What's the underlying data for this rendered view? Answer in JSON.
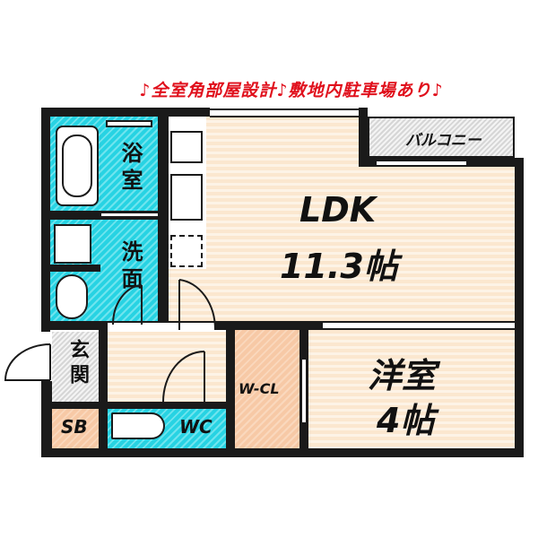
{
  "banner": {
    "text": "♪全室角部屋設計♪敷地内駐車場あり♪",
    "color": "#e0101c"
  },
  "floor_plan": {
    "rooms": {
      "ldk": {
        "name": "LDK",
        "size": "11.3帖"
      },
      "western_room": {
        "name": "洋室",
        "size": "4帖"
      },
      "bathroom": {
        "name": "浴室"
      },
      "washroom": {
        "name": "洗面"
      },
      "entrance": {
        "name": "玄関"
      },
      "toilet": {
        "name": "WC"
      },
      "shoe_box": {
        "name": "SB"
      },
      "walk_in_closet": {
        "name": "W-CL"
      },
      "balcony": {
        "name": "バルコニー"
      }
    },
    "colors": {
      "wall": "#1a1a1a",
      "wood_floor": "#fbe7cf",
      "wet_area": "#27d3e3",
      "storage": "#f7c9a6",
      "hatch_gray": "#d6d6d6"
    }
  }
}
